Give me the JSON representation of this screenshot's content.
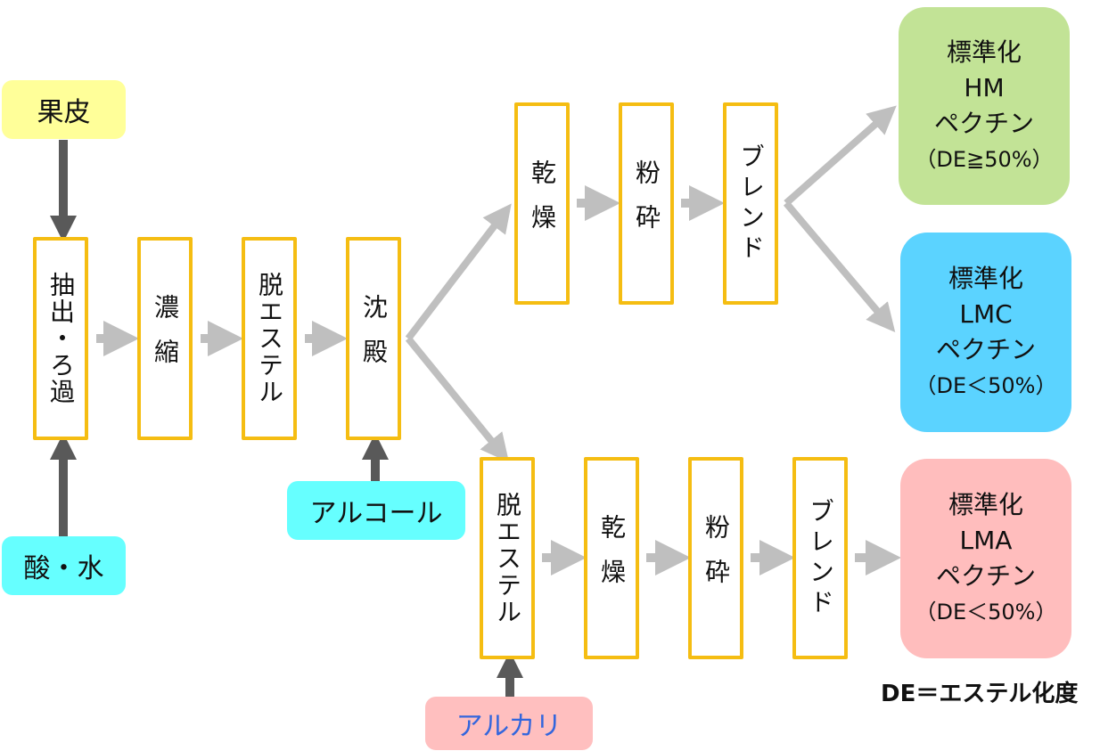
{
  "colors": {
    "step_border": "#f5bd12",
    "flow_arrow": "#bfbfbf",
    "input_arrow": "#595959",
    "peel": "#ffff99",
    "acid_water": "#66ffff",
    "alcohol": "#66ffff",
    "alkali": "#ffbfbf",
    "alkali_text": "#3366dd",
    "hm": "#c2e396",
    "lmc": "#5bd3ff",
    "lma": "#ffbdbd"
  },
  "inputs": {
    "peel": "果皮",
    "acid_water": "酸・水",
    "alcohol": "アルコール",
    "alkali": "アルカリ"
  },
  "main_steps": [
    "抽出・ろ過",
    "濃縮",
    "脱エステル",
    "沈殿"
  ],
  "upper_branch": [
    "乾燥",
    "粉砕",
    "ブレンド"
  ],
  "lower_branch": [
    "脱エステル",
    "乾燥",
    "粉砕",
    "ブレンド"
  ],
  "products": [
    {
      "line1": "標準化",
      "line2": "HM",
      "line3": "ペクチン",
      "line4": "（DE≧50%）"
    },
    {
      "line1": "標準化",
      "line2": "LMC",
      "line3": "ペクチン",
      "line4": "（DE＜50%）"
    },
    {
      "line1": "標準化",
      "line2": "LMA",
      "line3": "ペクチン",
      "line4": "（DE＜50%）"
    }
  ],
  "note": "DE＝エステル化度"
}
